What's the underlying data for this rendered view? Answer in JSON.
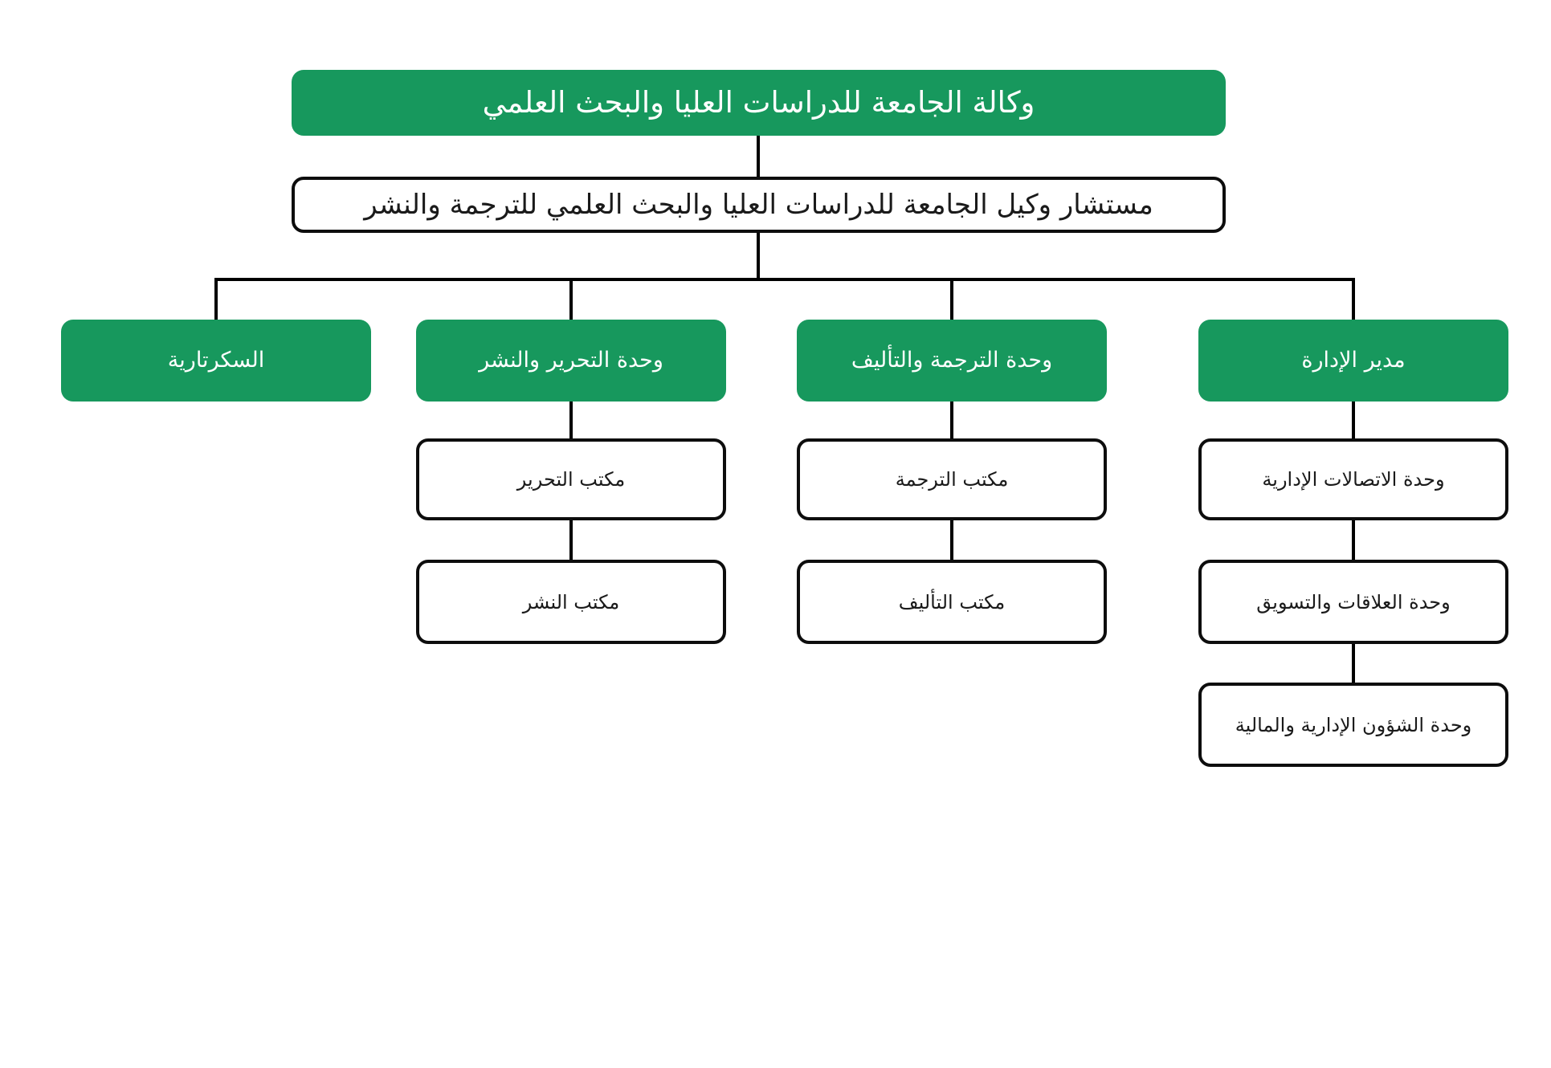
{
  "colors": {
    "green": "#17985D",
    "line": "#000000",
    "border": "#0D0D0D",
    "background": "#FFFFFF",
    "text_on_green": "#FFFFFF",
    "text_on_white": "#1A1A1A"
  },
  "org_chart": {
    "type": "organizational-chart",
    "direction": "rtl",
    "root": {
      "label": "وكالة الجامعة للدراسات العليا والبحث العلمي"
    },
    "advisor": {
      "label": "مستشار وكيل الجامعة للدراسات العليا والبحث العلمي للترجمة والنشر"
    },
    "columns": [
      {
        "head": "السكرتارية",
        "children": []
      },
      {
        "head": "وحدة التحرير والنشر",
        "children": [
          "مكتب التحرير",
          "مكتب النشر"
        ]
      },
      {
        "head": "وحدة الترجمة والتأليف",
        "children": [
          "مكتب الترجمة",
          "مكتب التأليف"
        ]
      },
      {
        "head": "مدير الإدارة",
        "children": [
          "وحدة الاتصالات الإدارية",
          "وحدة العلاقات والتسويق",
          "وحدة الشؤون الإدارية والمالية"
        ]
      }
    ]
  }
}
